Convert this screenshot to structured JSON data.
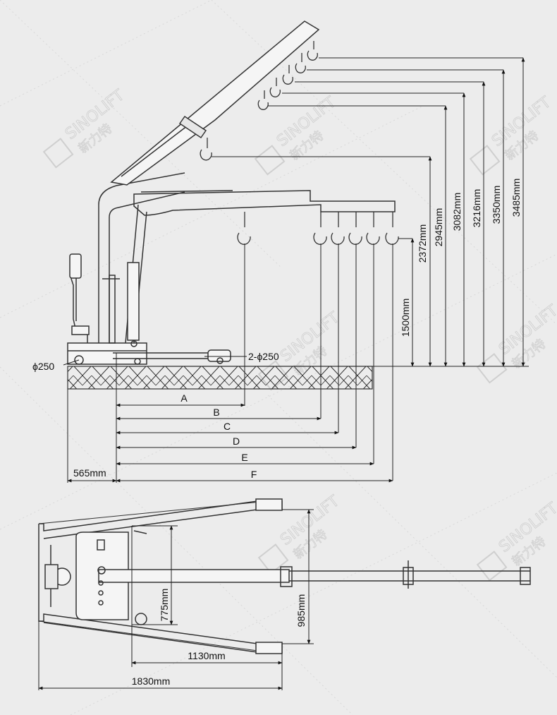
{
  "watermark": {
    "brand": "SINOLIFT",
    "chinese": "新力特"
  },
  "side_view": {
    "wheel_front_label": "ϕ250",
    "wheel_rear_label": "2-ϕ250",
    "heights": [
      "1500mm",
      "2372mm",
      "2945mm",
      "3082mm",
      "3216mm",
      "3350mm",
      "3485mm"
    ],
    "reach_letters": [
      "A",
      "B",
      "C",
      "D",
      "E",
      "F"
    ],
    "overhang_label": "565mm"
  },
  "top_view": {
    "inner_width_label": "775mm",
    "outer_width_label": "985mm",
    "leg_length_label": "1130mm",
    "total_length_label": "1830mm"
  }
}
